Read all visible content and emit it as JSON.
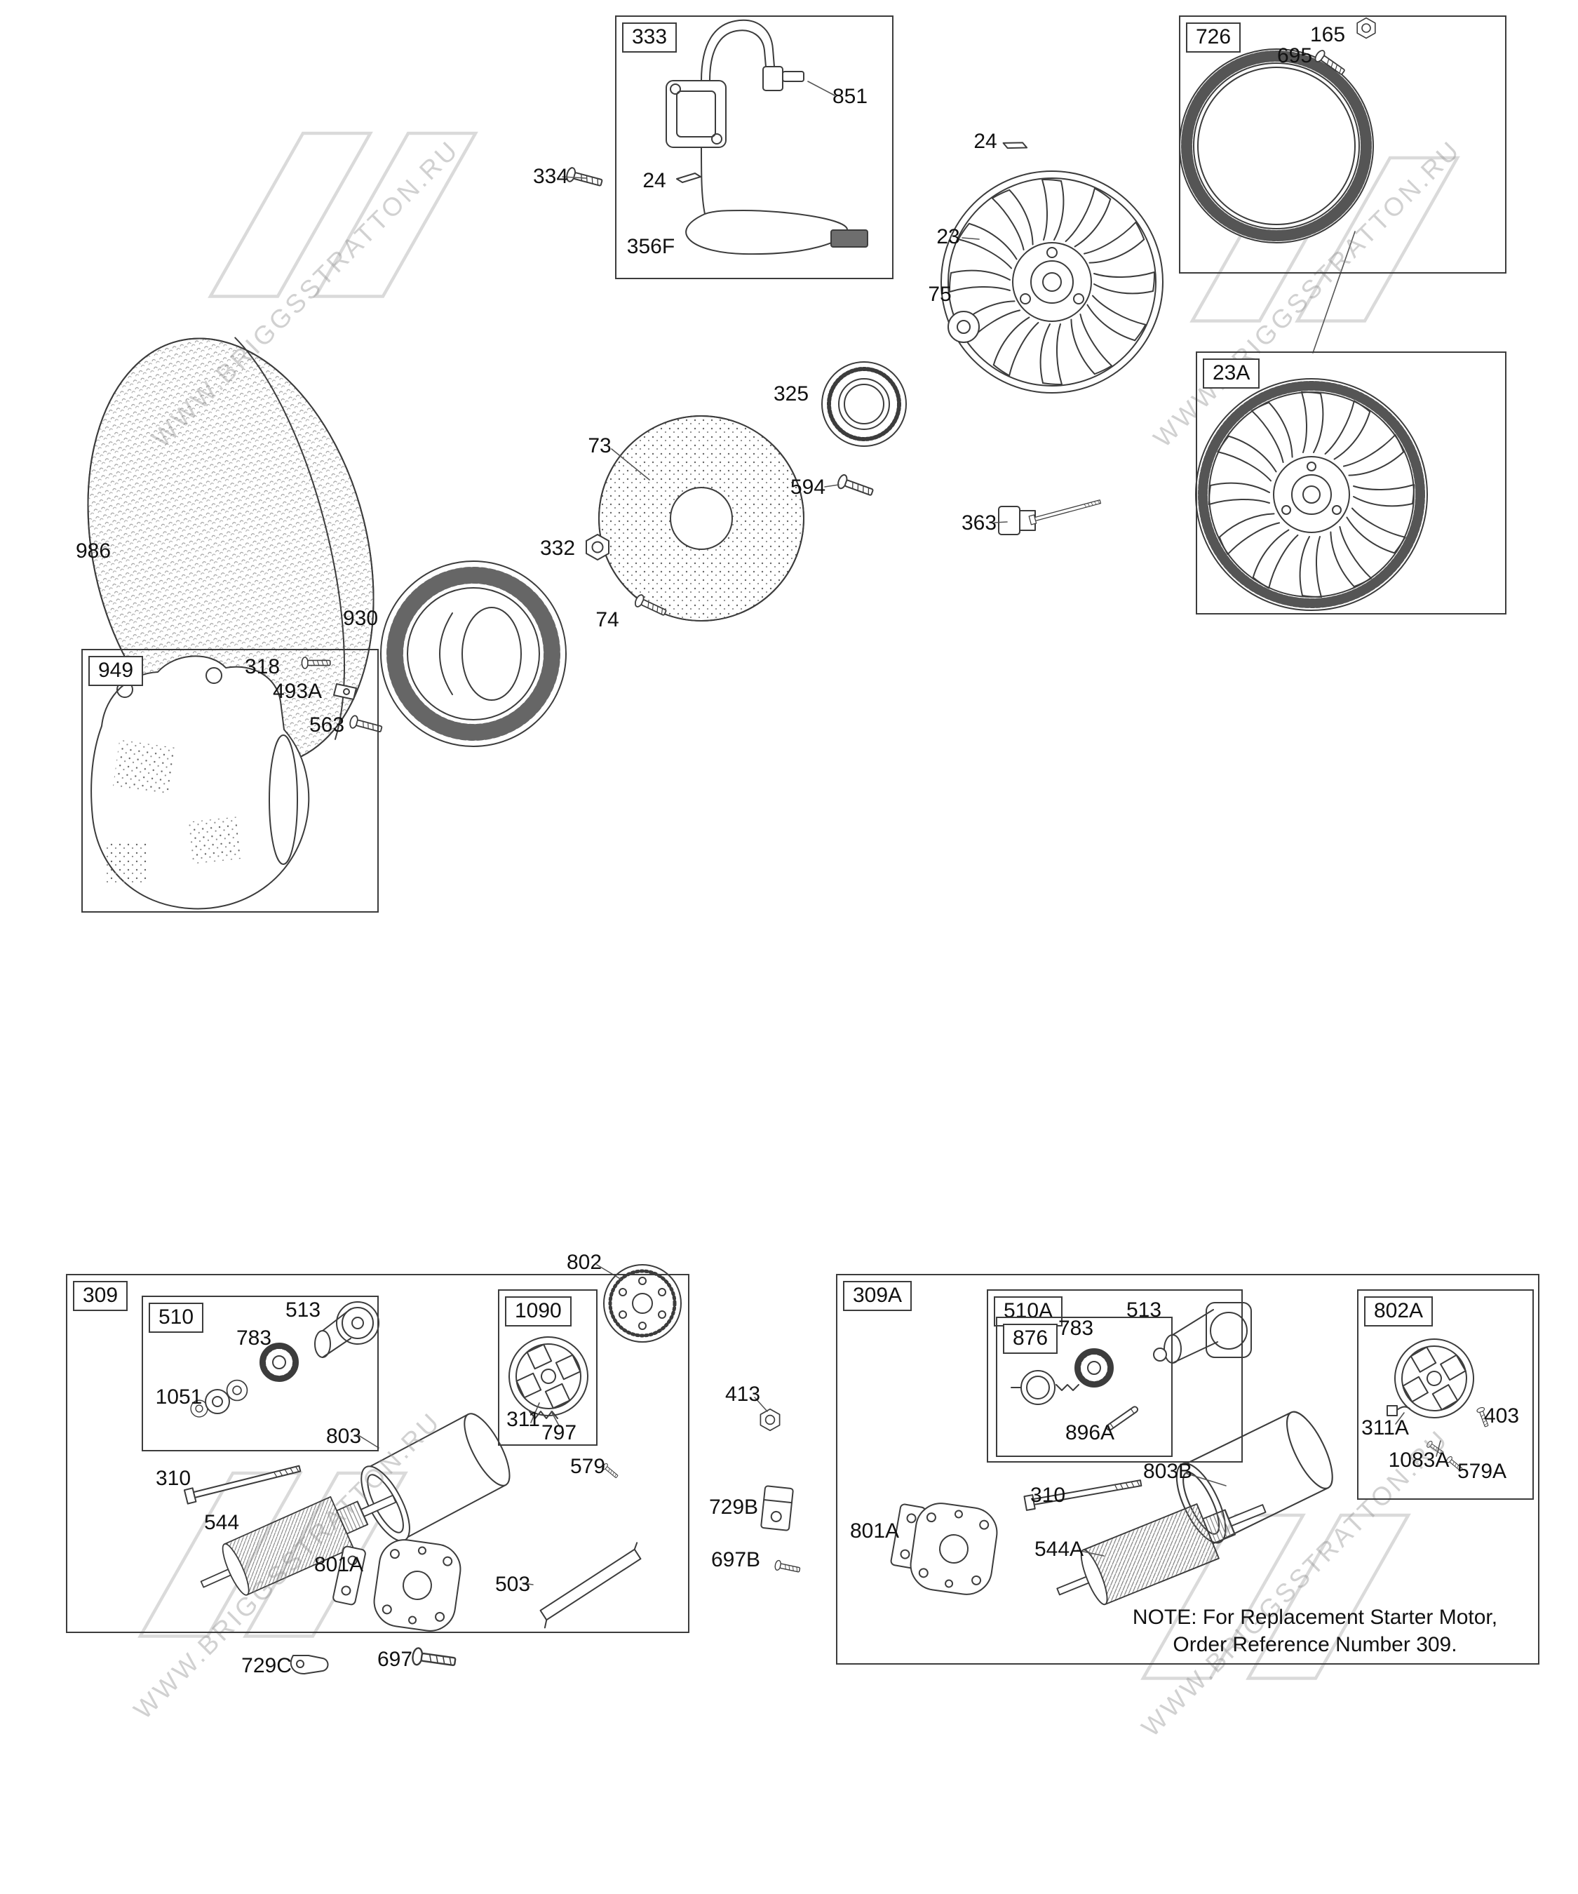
{
  "watermark": {
    "text": "WWW.BRIGGSSTRATTON.RU"
  },
  "note": {
    "line1": "NOTE: For Replacement Starter Motor,",
    "line2": "Order Reference Number 309."
  },
  "boxes": [
    {
      "label": "333"
    },
    {
      "label": "726"
    },
    {
      "label": "23A"
    },
    {
      "label": "949"
    },
    {
      "label": "309"
    },
    {
      "label": "510"
    },
    {
      "label": "1090"
    },
    {
      "label": "309A"
    },
    {
      "label": "510A"
    },
    {
      "label": "876"
    },
    {
      "label": "802A"
    }
  ],
  "callouts": [
    {
      "label": "334"
    },
    {
      "label": "851"
    },
    {
      "label": "24"
    },
    {
      "label": "356F"
    },
    {
      "label": "165"
    },
    {
      "label": "695"
    },
    {
      "label": "24"
    },
    {
      "label": "23"
    },
    {
      "label": "75"
    },
    {
      "label": "325"
    },
    {
      "label": "594"
    },
    {
      "label": "73"
    },
    {
      "label": "332"
    },
    {
      "label": "74"
    },
    {
      "label": "363"
    },
    {
      "label": "986"
    },
    {
      "label": "930"
    },
    {
      "label": "318"
    },
    {
      "label": "493A"
    },
    {
      "label": "563"
    },
    {
      "label": "802"
    },
    {
      "label": "513"
    },
    {
      "label": "783"
    },
    {
      "label": "1051"
    },
    {
      "label": "311"
    },
    {
      "label": "797"
    },
    {
      "label": "803"
    },
    {
      "label": "310"
    },
    {
      "label": "544"
    },
    {
      "label": "801A"
    },
    {
      "label": "503"
    },
    {
      "label": "579"
    },
    {
      "label": "729C"
    },
    {
      "label": "697"
    },
    {
      "label": "413"
    },
    {
      "label": "729B"
    },
    {
      "label": "697B"
    },
    {
      "label": "513"
    },
    {
      "label": "783"
    },
    {
      "label": "896A"
    },
    {
      "label": "311A"
    },
    {
      "label": "403"
    },
    {
      "label": "1083A"
    },
    {
      "label": "579A"
    },
    {
      "label": "801A"
    },
    {
      "label": "310"
    },
    {
      "label": "544A"
    },
    {
      "label": "803B"
    }
  ]
}
